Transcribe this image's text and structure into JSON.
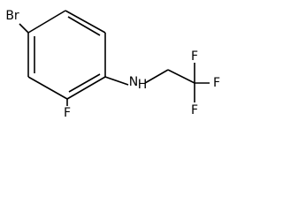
{
  "structure": {
    "atoms": {
      "bromine": "Br",
      "fluorine_ring": "F",
      "amine": "N",
      "amine_hydrogen": "H",
      "fluorine_top": "F",
      "fluorine_right": "F",
      "fluorine_bottom": "F"
    }
  }
}
